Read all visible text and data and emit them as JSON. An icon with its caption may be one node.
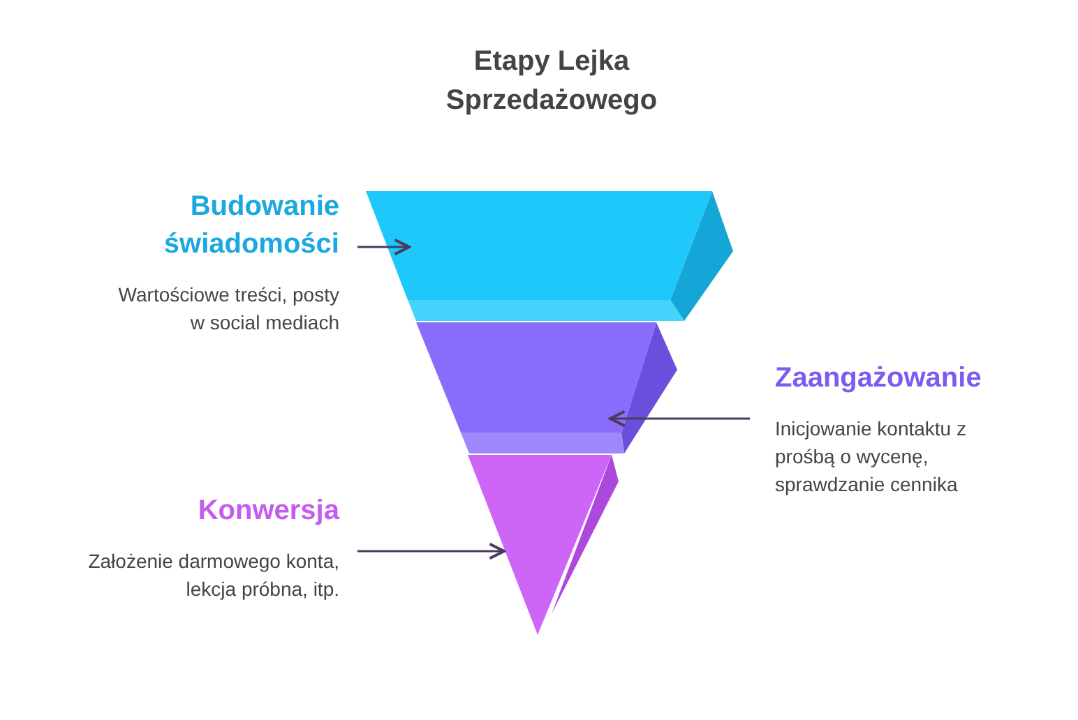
{
  "diagram": {
    "title": "Etapy Lejka Sprzedażowego",
    "nodes": [
      {
        "text": [
          "Budowanie świadomości",
          "Wartościowe treści, posty w social mediach"
        ]
      },
      {
        "text": [],
        "shape": "trapezoid"
      },
      {
        "text": [
          "Zaangażowanie",
          "Inicjowanie kontaktu z prośbą o wycenę, sprawdzanie cennika"
        ]
      },
      {
        "text": [],
        "shape": "trapezoid"
      },
      {
        "text": [
          "Konwersja",
          "Założenie darmowego konta, lekcja próbna, itp."
        ]
      },
      {
        "text": [],
        "shape": "triangle"
      }
    ],
    "edges": [
      {
        "from": 0,
        "to": 1,
        "arrow": "to"
      },
      {
        "from": 2,
        "to": 3,
        "arrow": "to"
      },
      {
        "from": 4,
        "to": 5,
        "arrow": "to"
      }
    ]
  }
}
